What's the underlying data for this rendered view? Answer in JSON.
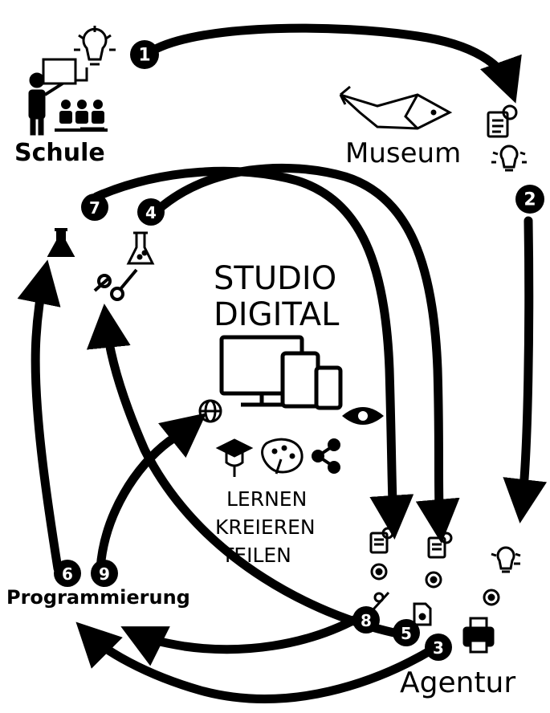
{
  "places": {
    "school": "Schule",
    "museum": "Museum",
    "agency": "Agentur",
    "programming": "Programmierung"
  },
  "center": {
    "title_line1": "STUDIO",
    "title_line2": "DIGITAL",
    "activities": [
      "LERNEN",
      "KREIEREN",
      "TEILEN"
    ]
  },
  "steps": [
    "1",
    "2",
    "3",
    "4",
    "5",
    "6",
    "7",
    "8",
    "9"
  ],
  "colors": {
    "ink": "#000000",
    "paper": "#ffffff"
  },
  "icons": [
    "presenter-icon",
    "audience-icon",
    "lightbulb-icon",
    "whale-icon",
    "document-search-icon",
    "flask-icon",
    "scissors-icon",
    "computer-monitor-icon",
    "tablet-icon",
    "phone-icon",
    "globe-icon",
    "eye-icon",
    "graduation-cap-icon",
    "palette-icon",
    "share-icon",
    "gear-icon",
    "printer-icon",
    "pen-icon",
    "file-icon"
  ]
}
